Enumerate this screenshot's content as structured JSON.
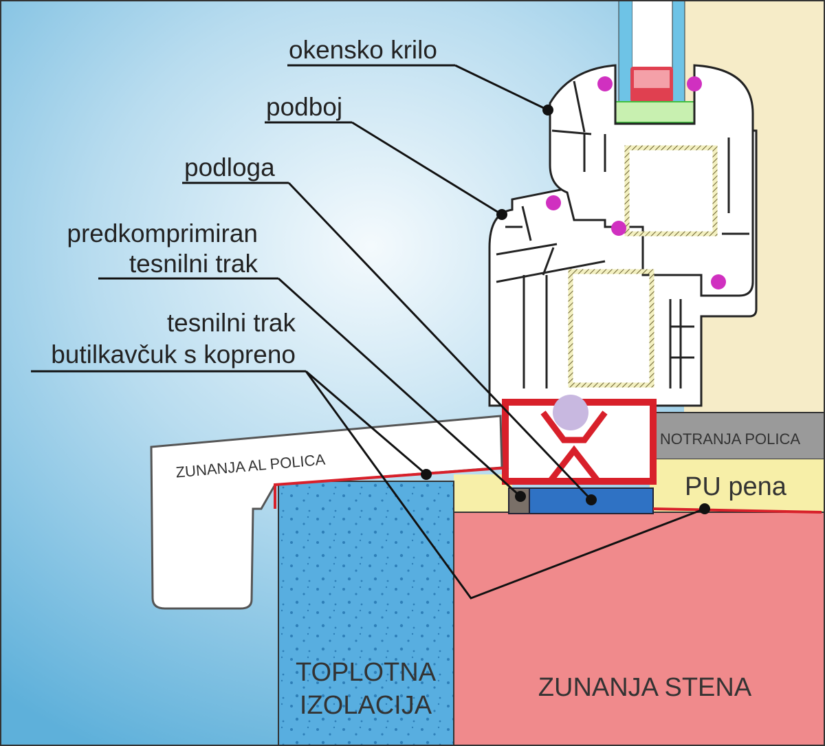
{
  "labels": {
    "sash": "okensko krilo",
    "frame": "podboj",
    "base": "podloga",
    "precompressed_tape_1": "predkomprimiran",
    "precompressed_tape_2": "tesnilni trak",
    "butyl_tape_1": "tesnilni trak",
    "butyl_tape_2": "butilkavčuk s kopreno"
  },
  "regions": {
    "outer_sill": "ZUNANJA AL POLICA",
    "inner_sill": "NOTRANJA POLICA",
    "pu_foam": "PU pena",
    "insulation_1": "TOPLOTNA",
    "insulation_2": "IZOLACIJA",
    "outer_wall": "ZUNANJA STENA"
  },
  "colors": {
    "sky_light": "#e8f3fa",
    "sky_dark": "#6fb8dc",
    "interior": "#f6ecc8",
    "wall": "#f08a8c",
    "insulation": "#58aee0",
    "foam": "#f7efa8",
    "inner_sill": "#9a9a9a",
    "frame_red": "#d8202a",
    "tape_blue": "#2f72c4",
    "gasket": "#d030c0"
  }
}
